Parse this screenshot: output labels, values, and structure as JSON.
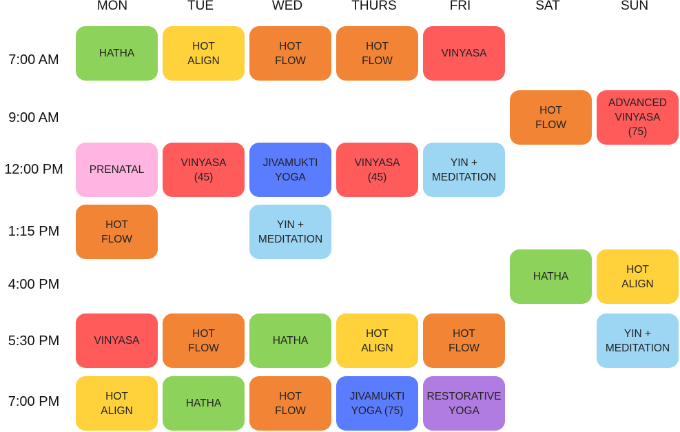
{
  "days": [
    "MON",
    "TUE",
    "WED",
    "THURS",
    "FRI",
    "SAT",
    "SUN"
  ],
  "colors": {
    "green": "#8dd35b",
    "yellow": "#ffd13b",
    "orange": "#f28535",
    "red": "#ff5b5b",
    "pink": "#ffb4e2",
    "blue": "#5a7cff",
    "lightblue": "#9dd6f2",
    "purple": "#b07ce2"
  },
  "rows": [
    {
      "time": "7:00 AM",
      "sessions": [
        {
          "day": 0,
          "lines": [
            "HATHA"
          ],
          "color": "green"
        },
        {
          "day": 1,
          "lines": [
            "HOT",
            "ALIGN"
          ],
          "color": "yellow"
        },
        {
          "day": 2,
          "lines": [
            "HOT",
            "FLOW"
          ],
          "color": "orange"
        },
        {
          "day": 3,
          "lines": [
            "HOT",
            "FLOW"
          ],
          "color": "orange"
        },
        {
          "day": 4,
          "lines": [
            "VINYASA"
          ],
          "color": "red"
        }
      ]
    },
    {
      "time": "9:00 AM",
      "sessions": [
        {
          "day": 5,
          "lines": [
            "HOT",
            "FLOW"
          ],
          "color": "orange"
        },
        {
          "day": 6,
          "lines": [
            "ADVANCED",
            "VINYASA",
            "(75)"
          ],
          "color": "red"
        }
      ]
    },
    {
      "time": "12:00 PM",
      "sessions": [
        {
          "day": 0,
          "lines": [
            "PRENATAL"
          ],
          "color": "pink"
        },
        {
          "day": 1,
          "lines": [
            "VINYASA",
            "(45)"
          ],
          "color": "red"
        },
        {
          "day": 2,
          "lines": [
            "JIVAMUKTI",
            "YOGA"
          ],
          "color": "blue"
        },
        {
          "day": 3,
          "lines": [
            "VINYASA",
            "(45)"
          ],
          "color": "red"
        },
        {
          "day": 4,
          "lines": [
            "YIN +",
            "MEDITATION"
          ],
          "color": "lightblue"
        }
      ]
    },
    {
      "time": "1:15 PM",
      "sessions": [
        {
          "day": 0,
          "lines": [
            "HOT",
            "FLOW"
          ],
          "color": "orange"
        },
        {
          "day": 2,
          "lines": [
            "YIN +",
            "MEDITATION"
          ],
          "color": "lightblue"
        }
      ]
    },
    {
      "time": "4:00 PM",
      "sessions": [
        {
          "day": 5,
          "lines": [
            "HATHA"
          ],
          "color": "green"
        },
        {
          "day": 6,
          "lines": [
            "HOT",
            "ALIGN"
          ],
          "color": "yellow"
        }
      ]
    },
    {
      "time": "5:30 PM",
      "sessions": [
        {
          "day": 0,
          "lines": [
            "VINYASA"
          ],
          "color": "red"
        },
        {
          "day": 1,
          "lines": [
            "HOT",
            "FLOW"
          ],
          "color": "orange"
        },
        {
          "day": 2,
          "lines": [
            "HATHA"
          ],
          "color": "green"
        },
        {
          "day": 3,
          "lines": [
            "HOT",
            "ALIGN"
          ],
          "color": "yellow"
        },
        {
          "day": 4,
          "lines": [
            "HOT",
            "FLOW"
          ],
          "color": "orange"
        },
        {
          "day": 6,
          "lines": [
            "YIN +",
            "MEDITATION"
          ],
          "color": "lightblue"
        }
      ]
    },
    {
      "time": "7:00 PM",
      "sessions": [
        {
          "day": 0,
          "lines": [
            "HOT",
            "ALIGN"
          ],
          "color": "yellow"
        },
        {
          "day": 1,
          "lines": [
            "HATHA"
          ],
          "color": "green"
        },
        {
          "day": 2,
          "lines": [
            "HOT",
            "FLOW"
          ],
          "color": "orange"
        },
        {
          "day": 3,
          "lines": [
            "JIVAMUKTI",
            "YOGA (75)"
          ],
          "color": "blue"
        },
        {
          "day": 4,
          "lines": [
            "RESTORATIVE",
            "YOGA"
          ],
          "color": "purple"
        }
      ]
    }
  ]
}
